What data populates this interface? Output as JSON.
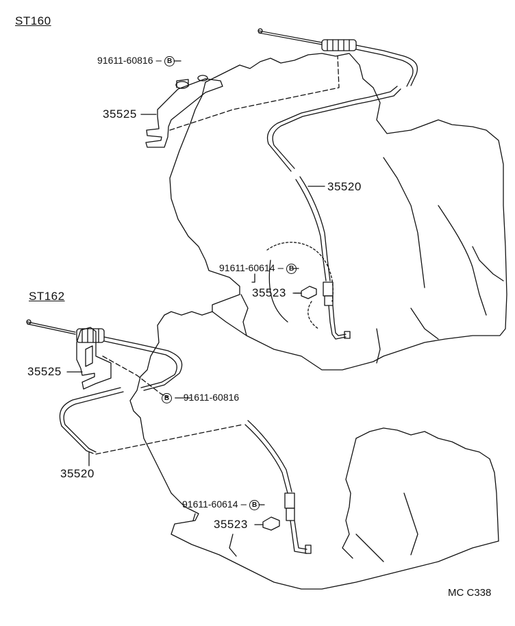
{
  "sections": {
    "top_title": "ST160",
    "bottom_title": "ST162"
  },
  "callouts": {
    "top_bolt_part": "91611-60816",
    "top_bracket_part": "35525",
    "top_cable_part": "35520",
    "top_lower_bolt_part": "91611-60614",
    "top_clip_part": "35523",
    "bottom_bracket_part": "35525",
    "bottom_bolt_part": "91611-60816",
    "bottom_cable_part": "35520",
    "bottom_lower_bolt_part": "91611-60614",
    "bottom_clip_part": "35523",
    "bolt_marker": "B"
  },
  "footer": {
    "diagram_code": "MC C338"
  },
  "colors": {
    "ink": "#111111",
    "background": "#ffffff"
  }
}
